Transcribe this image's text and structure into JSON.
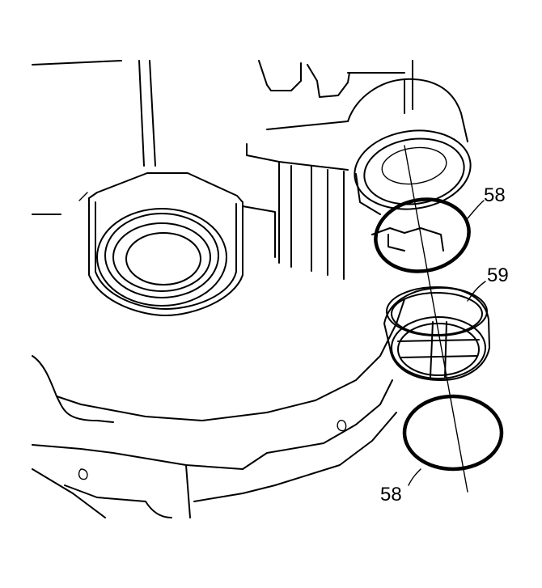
{
  "callouts": [
    {
      "id": "seal-upper",
      "text": "58"
    },
    {
      "id": "piston",
      "text": "59"
    },
    {
      "id": "seal-lower",
      "text": "58"
    }
  ]
}
